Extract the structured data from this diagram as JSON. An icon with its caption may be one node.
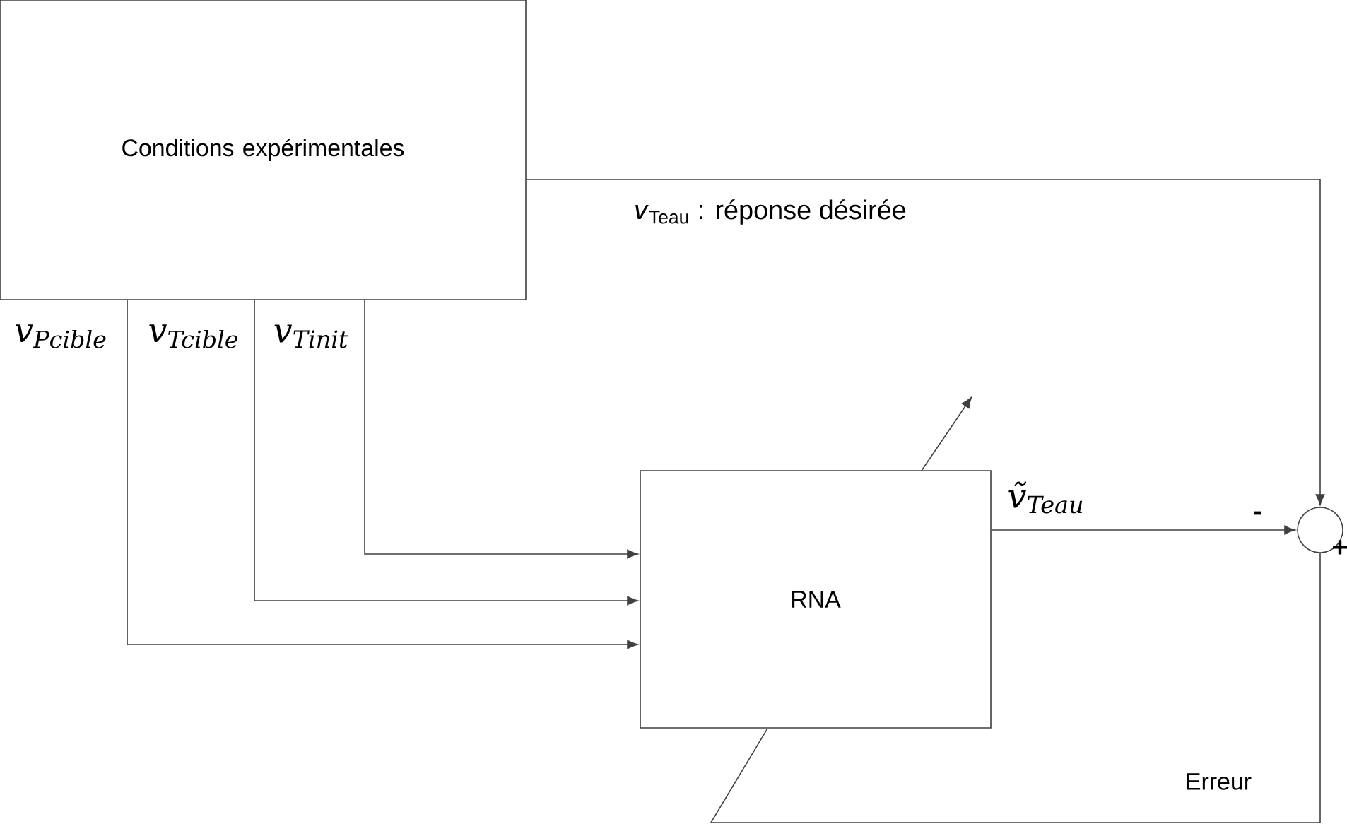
{
  "diagram": {
    "nodes": [
      {
        "text": [
          "Conditions expérimentales"
        ]
      },
      {
        "text": [
          "RNA"
        ]
      },
      {
        "text": [],
        "shape": "circle"
      }
    ],
    "edges": [
      {
        "from": 0,
        "to": 2,
        "arrow": "to",
        "label": "*v*$_{Teau}$ : réponse désirée"
      },
      {
        "from": 0,
        "to": 1,
        "arrow": "to",
        "label": "v$_{Pcible}$"
      },
      {
        "from": 0,
        "to": 1,
        "arrow": "to",
        "label": "v$_{Tcible}$"
      },
      {
        "from": 0,
        "to": 1,
        "arrow": "to",
        "label": "v$_{Tinit}$"
      },
      {
        "from": 1,
        "to": 2,
        "arrow": "to",
        "label": "ṽ$_{Teau}$"
      },
      {
        "from": 2,
        "to": 1,
        "arrow": "none",
        "label": "Erreur"
      }
    ],
    "labels": [
      "-",
      "+"
    ]
  }
}
